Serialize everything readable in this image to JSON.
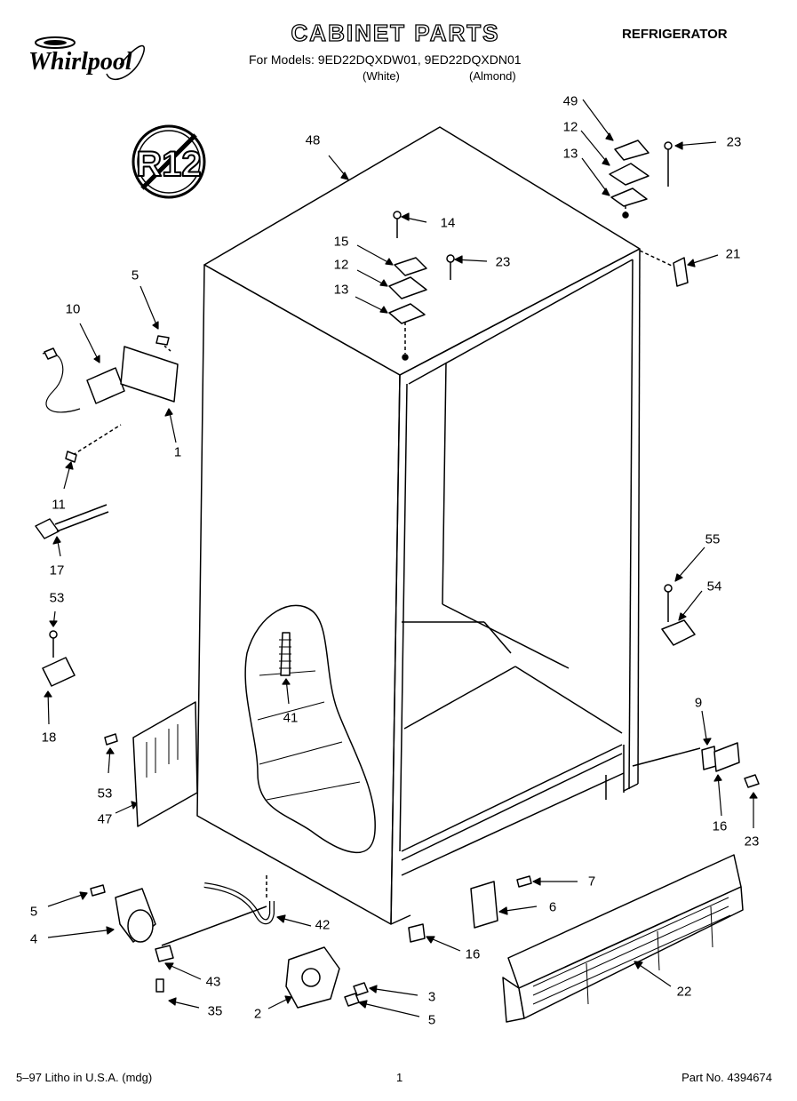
{
  "header": {
    "brand": "Whirlpool",
    "title": "CABINET PARTS",
    "category": "REFRIGERATOR",
    "models_line": "For Models: 9ED22DQXDW01, 9ED22DQXDN01",
    "variant_white": "(White)",
    "variant_almond": "(Almond)"
  },
  "badge": {
    "text": "R12"
  },
  "callouts": [
    {
      "id": "48",
      "text": "48"
    },
    {
      "id": "49",
      "text": "49"
    },
    {
      "id": "12a",
      "text": "12"
    },
    {
      "id": "13a",
      "text": "13"
    },
    {
      "id": "23a",
      "text": "23"
    },
    {
      "id": "14",
      "text": "14"
    },
    {
      "id": "15",
      "text": "15"
    },
    {
      "id": "12b",
      "text": "12"
    },
    {
      "id": "23b",
      "text": "23"
    },
    {
      "id": "13b",
      "text": "13"
    },
    {
      "id": "21",
      "text": "21"
    },
    {
      "id": "5a",
      "text": "5"
    },
    {
      "id": "10",
      "text": "10"
    },
    {
      "id": "1",
      "text": "1"
    },
    {
      "id": "11",
      "text": "11"
    },
    {
      "id": "17",
      "text": "17"
    },
    {
      "id": "53a",
      "text": "53"
    },
    {
      "id": "18",
      "text": "18"
    },
    {
      "id": "55",
      "text": "55"
    },
    {
      "id": "54",
      "text": "54"
    },
    {
      "id": "41",
      "text": "41"
    },
    {
      "id": "9",
      "text": "9"
    },
    {
      "id": "53b",
      "text": "53"
    },
    {
      "id": "47",
      "text": "47"
    },
    {
      "id": "16a",
      "text": "16"
    },
    {
      "id": "23c",
      "text": "23"
    },
    {
      "id": "7",
      "text": "7"
    },
    {
      "id": "6",
      "text": "6"
    },
    {
      "id": "5b",
      "text": "5"
    },
    {
      "id": "42",
      "text": "42"
    },
    {
      "id": "4",
      "text": "4"
    },
    {
      "id": "16b",
      "text": "16"
    },
    {
      "id": "43",
      "text": "43"
    },
    {
      "id": "22",
      "text": "22"
    },
    {
      "id": "3",
      "text": "3"
    },
    {
      "id": "35",
      "text": "35"
    },
    {
      "id": "2",
      "text": "2"
    },
    {
      "id": "5c",
      "text": "5"
    }
  ],
  "footer": {
    "left": "5–97 Litho in U.S.A. (mdg)",
    "page": "1",
    "part_no": "Part No. 4394674"
  }
}
